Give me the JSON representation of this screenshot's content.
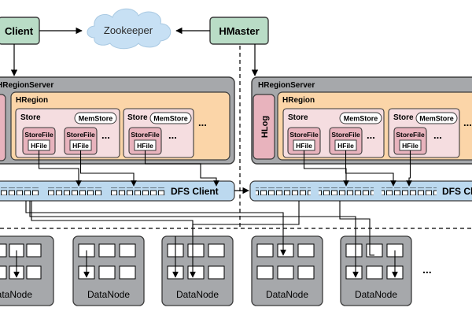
{
  "nodes": {
    "client": "Client",
    "zookeeper": "Zookeeper",
    "hmaster": "HMaster"
  },
  "left_server": {
    "title": "HRegionServer",
    "region_title": "HRegion",
    "store1": {
      "title": "Store",
      "memstore": "MemStore",
      "storefiles": [
        "StoreFile",
        "StoreFile"
      ],
      "hfile": "HFile",
      "more": "..."
    },
    "store2": {
      "title": "Store",
      "memstore": "MemStore",
      "storefiles": [
        "StoreFile"
      ],
      "hfile": "HFile",
      "more": "..."
    },
    "more": "...",
    "dfs_client": "DFS Client"
  },
  "right_server": {
    "title": "HRegionServer",
    "hlog": "HLog",
    "region_title": "HRegion",
    "store1": {
      "title": "Store",
      "memstore": "MemStore",
      "storefiles": [
        "StoreFile",
        "StoreFile"
      ],
      "hfile": "HFile",
      "more": "..."
    },
    "store2": {
      "title": "Store",
      "memstore": "MemStore",
      "storefiles": [
        "StoreFile"
      ],
      "hfile": "HFile",
      "more": "..."
    },
    "more": "...",
    "dfs_client": "DFS Client"
  },
  "datanodes": [
    "DataNode",
    "DataNode",
    "DataNode",
    "DataNode",
    "DataNode"
  ],
  "datanodes_more": "...",
  "colors": {
    "server_gray": "#a6a8ab",
    "region_orange": "#fbd5a8",
    "store_pink": "#f5dde0",
    "storefile_pink": "#e8b3bd",
    "node_green": "#b9dcc6",
    "dfs_blue": "#bcd9ef",
    "cloud_blue": "#c7e0f4",
    "stroke_dark": "#3a3a3a"
  }
}
